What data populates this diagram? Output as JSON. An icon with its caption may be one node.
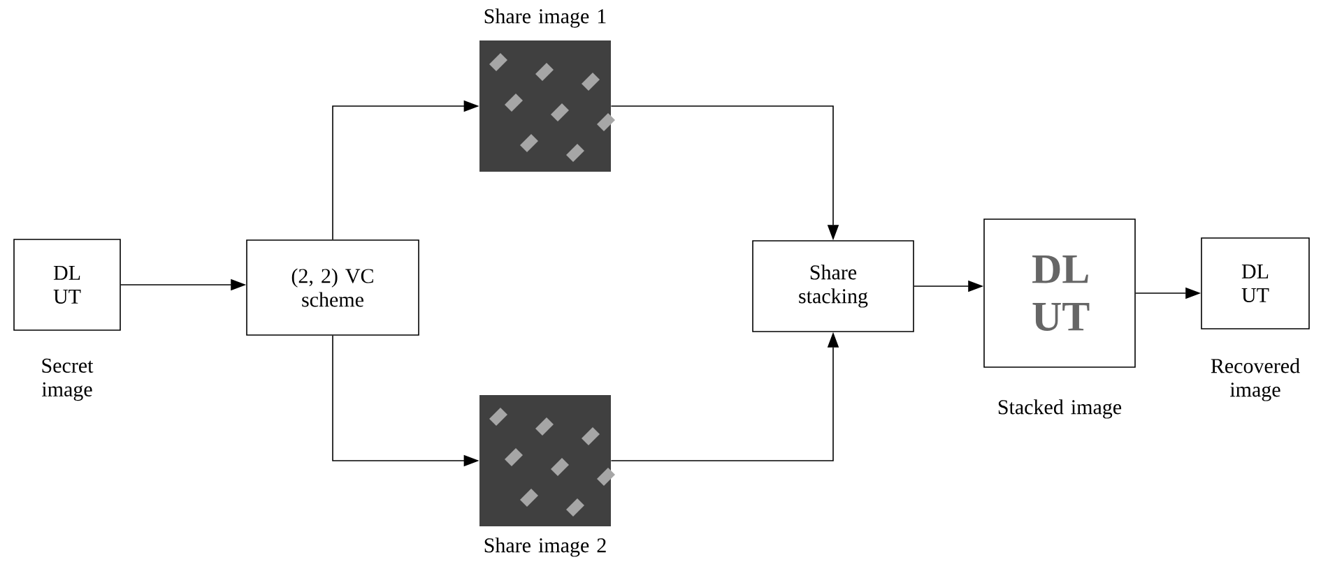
{
  "diagram": {
    "nodes": [
      {
        "text": [
          "DL UT"
        ],
        "beside": [
          "Secret image"
        ]
      },
      {
        "text": [
          "(2, 2) VC scheme"
        ]
      },
      {
        "text": [],
        "shape": "picture",
        "beside": [
          "Share image 1"
        ]
      },
      {
        "text": [],
        "shape": "picture",
        "beside": [
          "Share image 2"
        ]
      },
      {
        "text": [
          "Share stacking"
        ]
      },
      {
        "text": [
          "DL UT"
        ],
        "beside": [
          "Stacked image"
        ]
      },
      {
        "text": [
          "DL UT"
        ],
        "beside": [
          "Recovered image"
        ]
      }
    ],
    "edges": [
      {
        "from": 0,
        "to": 1,
        "arrow": "to"
      },
      {
        "from": 1,
        "to": 2,
        "arrow": "to"
      },
      {
        "from": 1,
        "to": 3,
        "arrow": "to"
      },
      {
        "from": 2,
        "to": 4,
        "arrow": "to"
      },
      {
        "from": 3,
        "to": 4,
        "arrow": "to"
      },
      {
        "from": 4,
        "to": 5,
        "arrow": "to"
      },
      {
        "from": 5,
        "to": 6,
        "arrow": "to"
      }
    ]
  }
}
